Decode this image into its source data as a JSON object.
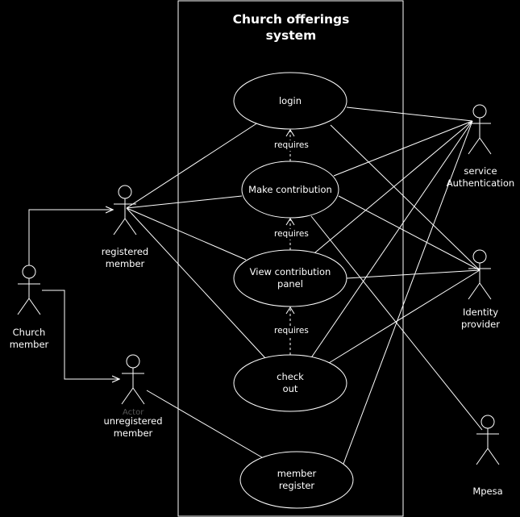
{
  "system": {
    "title": "Church offerings\nsystem"
  },
  "use_cases": {
    "login": "login",
    "make_contribution": "Make contribution",
    "view_panel": "View contribution\npanel",
    "check_out": "check\nout",
    "member_register": "member\nregister"
  },
  "actors": {
    "church_member": "Church\nmember",
    "registered_member": "registered\nmember",
    "unregistered_member": "unregistered\nmember",
    "unregistered_overlap": "Actor",
    "service_auth": "service\nAuthentication",
    "identity_provider": "Identity\nprovider",
    "mpesa": "Mpesa"
  },
  "relations": {
    "requires": "requires"
  },
  "colors": {
    "background": "#000000",
    "stroke": "#ffffff"
  }
}
